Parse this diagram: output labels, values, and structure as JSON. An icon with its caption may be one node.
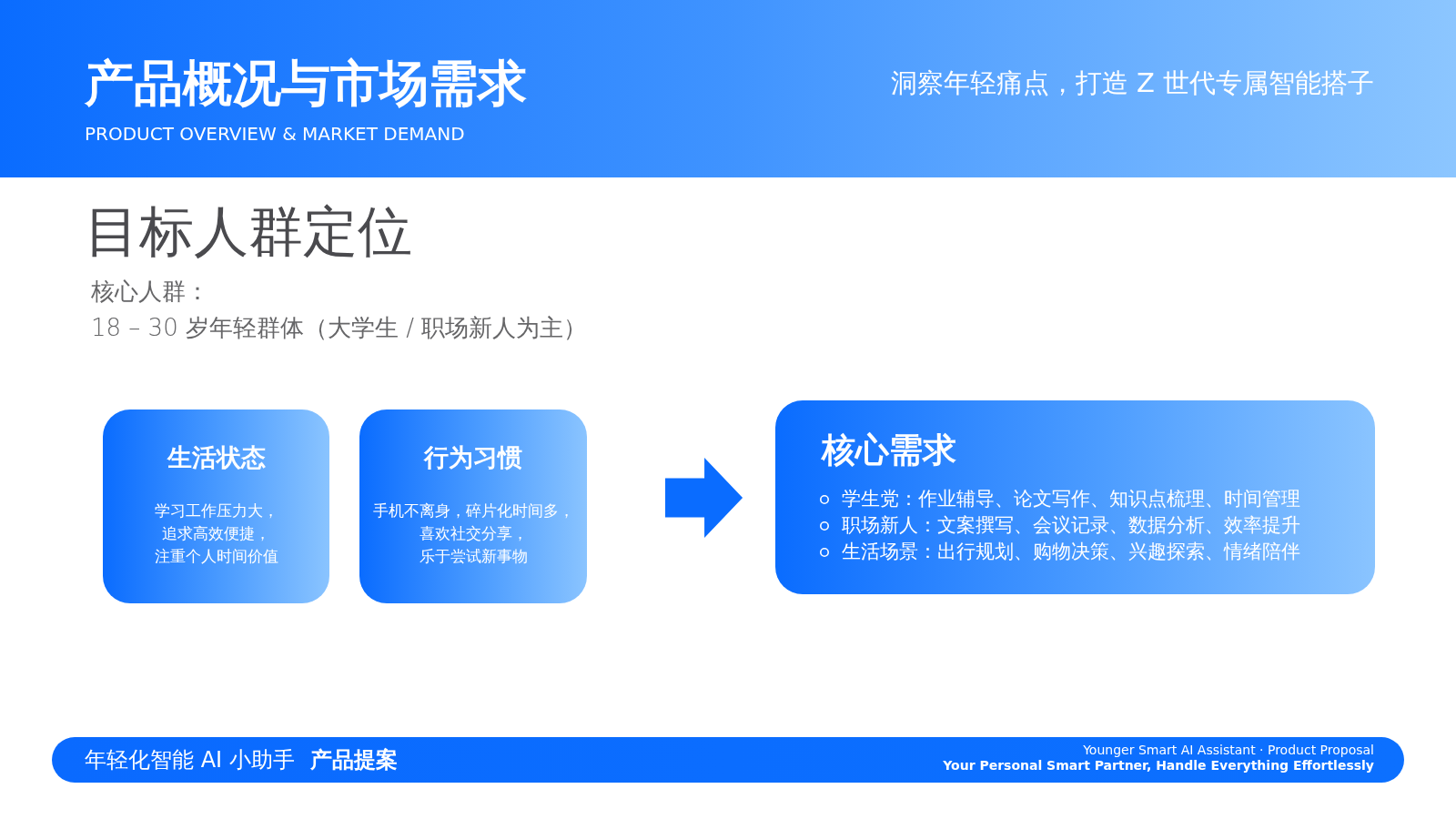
{
  "diagram": {
    "title": "产品概况与市场需求",
    "nodes": [
      {
        "text": [
          "生活状态",
          "学习工作压力大，追求高效便捷，注重个人时间价值"
        ]
      },
      {
        "text": [
          "行为习惯",
          "手机不离身，碎片化时间多，喜欢社交分享，乐于尝试新事物"
        ]
      },
      {
        "text": [
          "核心需求",
          "学生党：作业辅导、论文写作、知识点梳理、时间管理",
          "职场新人：文案撰写、会议记录、数据分析、效率提升",
          "生活场景：出行规划、购物决策、兴趣探索、情绪陪伴"
        ]
      }
    ],
    "edges": [
      {
        "from": 1,
        "to": 2,
        "arrow": "to"
      }
    ],
    "labels": [
      "PRODUCT OVERVIEW & MARKET DEMAND",
      "洞察年轻痛点，打造 Z 世代专属智能搭子",
      "目标人群定位",
      "核心人群：",
      "18 – 30 岁年轻群体（大学生 / 职场新人为主）",
      "年轻化智能 AI 小助手",
      "产品提案",
      "Younger Smart AI Assistant · Product Proposal",
      "Your Personal Smart Partner, Handle Everything Effortlessly"
    ]
  }
}
